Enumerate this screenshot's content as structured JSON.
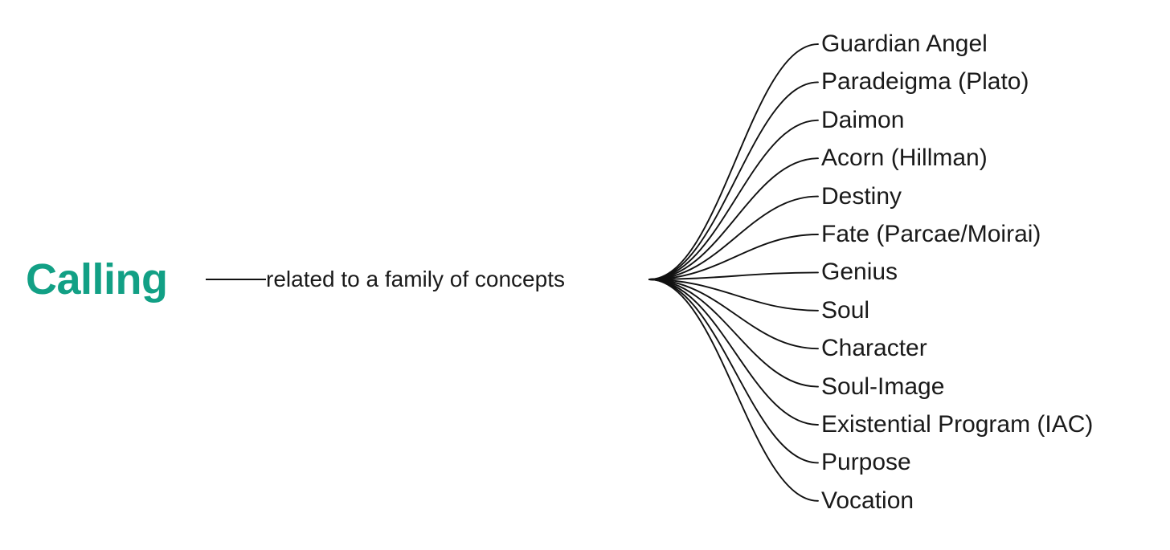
{
  "diagram": {
    "type": "mind-map",
    "background_color": "#ffffff",
    "root": {
      "label": "Calling",
      "color": "#12a085"
    },
    "edge": {
      "label": "related to a family of concepts",
      "color": "#1a1a1a"
    },
    "branch_color": "#111111",
    "leaves": [
      {
        "label": "Guardian Angel"
      },
      {
        "label": "Paradeigma (Plato)"
      },
      {
        "label": "Daimon"
      },
      {
        "label": "Acorn (Hillman)"
      },
      {
        "label": "Destiny"
      },
      {
        "label": "Fate (Parcae/Moirai)"
      },
      {
        "label": "Genius"
      },
      {
        "label": "Soul"
      },
      {
        "label": "Character"
      },
      {
        "label": "Soul-Image"
      },
      {
        "label": "Existential Program (IAC)"
      },
      {
        "label": "Purpose"
      },
      {
        "label": "Vocation"
      }
    ]
  }
}
